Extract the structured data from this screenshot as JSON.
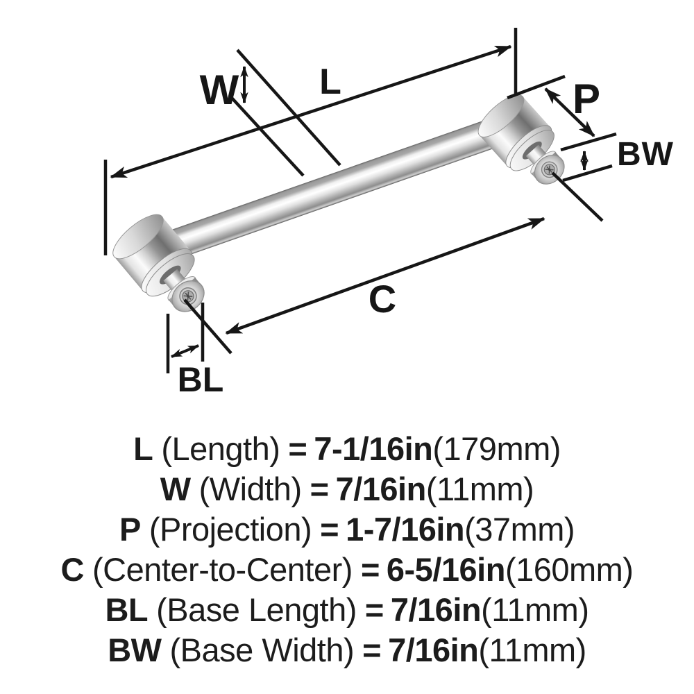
{
  "diagram": {
    "labels": {
      "length": "L",
      "width": "W",
      "projection": "P",
      "base_width": "BW",
      "center_to_center": "C",
      "base_length": "BL"
    },
    "line_color": "#161616",
    "product": "bar-pull-handle"
  },
  "spec_list": [
    {
      "abbr": "L",
      "name": "(Length)",
      "eq": "=",
      "value": "7-1/16in",
      "metric": "(179mm)"
    },
    {
      "abbr": "W",
      "name": "(Width)",
      "eq": "=",
      "value": "7/16in",
      "metric": "(11mm)"
    },
    {
      "abbr": "P",
      "name": "(Projection)",
      "eq": "=",
      "value": "1-7/16in",
      "metric": "(37mm)"
    },
    {
      "abbr": "C",
      "name": "(Center-to-Center)",
      "eq": "=",
      "value": "6-5/16in",
      "metric": "(160mm)"
    },
    {
      "abbr": "BL",
      "name": "(Base Length)",
      "eq": "=",
      "value": "7/16in",
      "metric": "(11mm)"
    },
    {
      "abbr": "BW",
      "name": "(Base Width)",
      "eq": "=",
      "value": "7/16in",
      "metric": "(11mm)"
    }
  ]
}
